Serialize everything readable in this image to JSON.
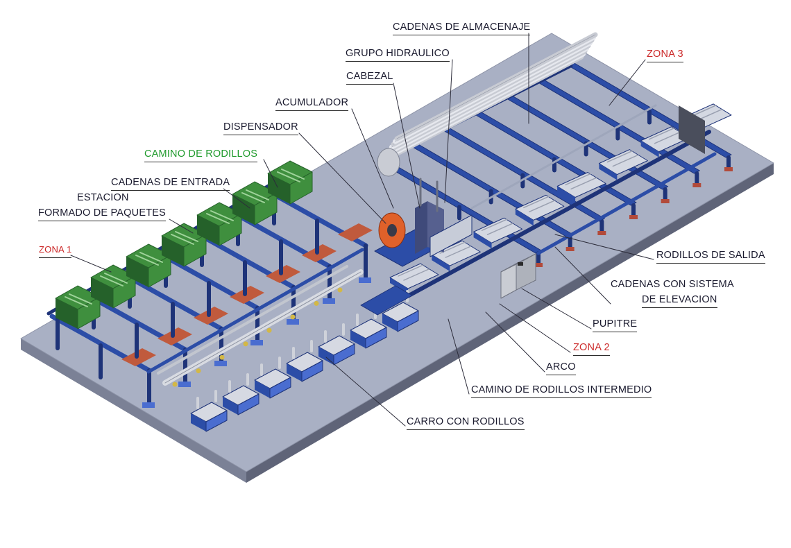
{
  "colors": {
    "floor_top": "#a9b0c4",
    "floor_left": "#7b8196",
    "floor_front": "#5f6478",
    "frame_blue": "#2c4da7",
    "frame_dark": "#1e3378",
    "frame_light": "#4a6dd0",
    "cage_green": "#3f8f3e",
    "cage_green_dark": "#25612a",
    "bar_gray": "#c8cbd3",
    "label_dark": "#1a1a2e",
    "label_red": "#cc2a2a",
    "label_green": "#1f9a2c"
  },
  "labels": {
    "cadenas_almacenaje": "CADENAS DE ALMACENAJE",
    "grupo_hidraulico": "GRUPO HIDRAULICO",
    "cabezal": "CABEZAL",
    "acumulador": "ACUMULADOR",
    "dispensador": "DISPENSADOR",
    "camino_rodillos": "CAMINO DE RODILLOS",
    "cadenas_entrada": "CADENAS DE ENTRADA",
    "estacion": "ESTACION",
    "formado_paquetes": "FORMADO DE PAQUETES",
    "zona_1": "ZONA 1",
    "zona_3": "ZONA 3",
    "rodillos_salida": "RODILLOS DE SALIDA",
    "cadenas_sistema_1": "CADENAS CON SISTEMA",
    "cadenas_sistema_2": "DE ELEVACION",
    "pupitre": "PUPITRE",
    "zona_2": "ZONA 2",
    "arco": "ARCO",
    "camino_intermedio": "CAMINO DE RODILLOS INTERMEDIO",
    "carro_rodillos": "CARRO CON RODILLOS"
  }
}
